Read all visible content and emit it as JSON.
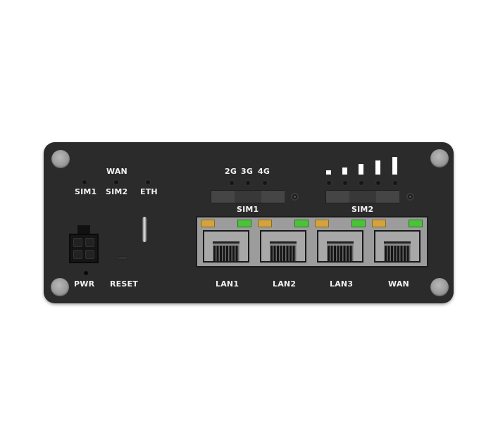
{
  "device": {
    "body_color": "#2b2b2b",
    "top_panel": {
      "wan_group_label": "WAN",
      "status_leds": [
        {
          "label": "SIM1"
        },
        {
          "label": "SIM2"
        },
        {
          "label": "ETH"
        }
      ],
      "network_type_leds": [
        {
          "label": "2G"
        },
        {
          "label": "3G"
        },
        {
          "label": "4G"
        }
      ],
      "signal_strength_bars": 5
    },
    "sim_slots": [
      {
        "label": "SIM1"
      },
      {
        "label": "SIM2"
      }
    ],
    "ports": [
      {
        "label": "LAN1",
        "led_left_color": "#d4a33d",
        "led_right_color": "#4cc23a"
      },
      {
        "label": "LAN2",
        "led_left_color": "#d4a33d",
        "led_right_color": "#4cc23a"
      },
      {
        "label": "LAN3",
        "led_left_color": "#d4a33d",
        "led_right_color": "#4cc23a"
      },
      {
        "label": "WAN",
        "led_left_color": "#d4a33d",
        "led_right_color": "#4cc23a"
      }
    ],
    "power": {
      "label": "PWR"
    },
    "reset": {
      "label": "RESET"
    }
  }
}
